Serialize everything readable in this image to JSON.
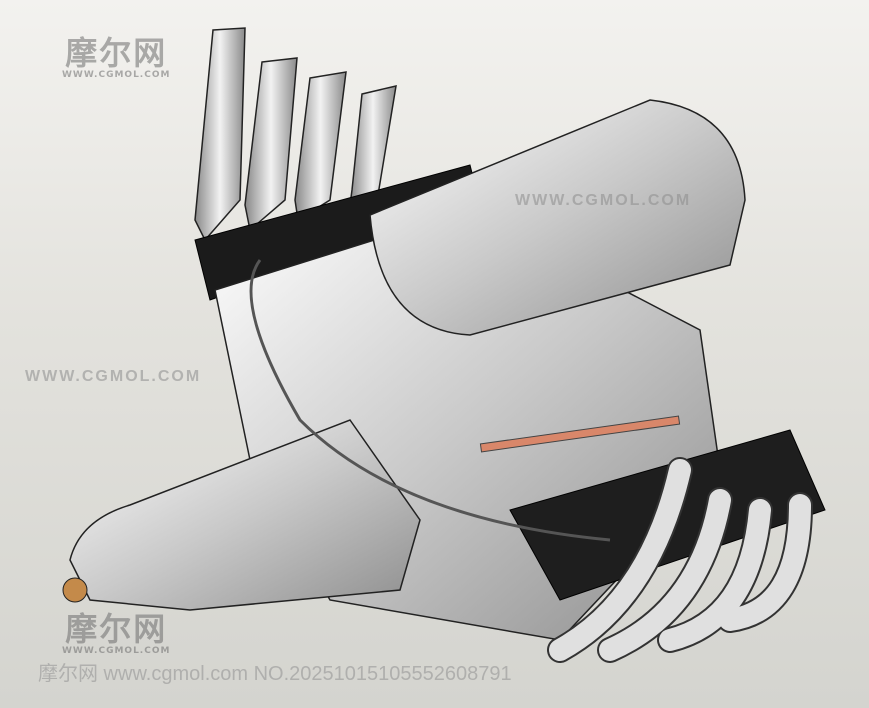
{
  "watermark": {
    "logo_cn": "摩尔网",
    "logo_en": "WWW.CGMOL.COM",
    "url_caps": "WWW.CGMOL.COM",
    "bottom_text": "摩尔网 www.cgmol.com NO.20251015105552608791"
  }
}
